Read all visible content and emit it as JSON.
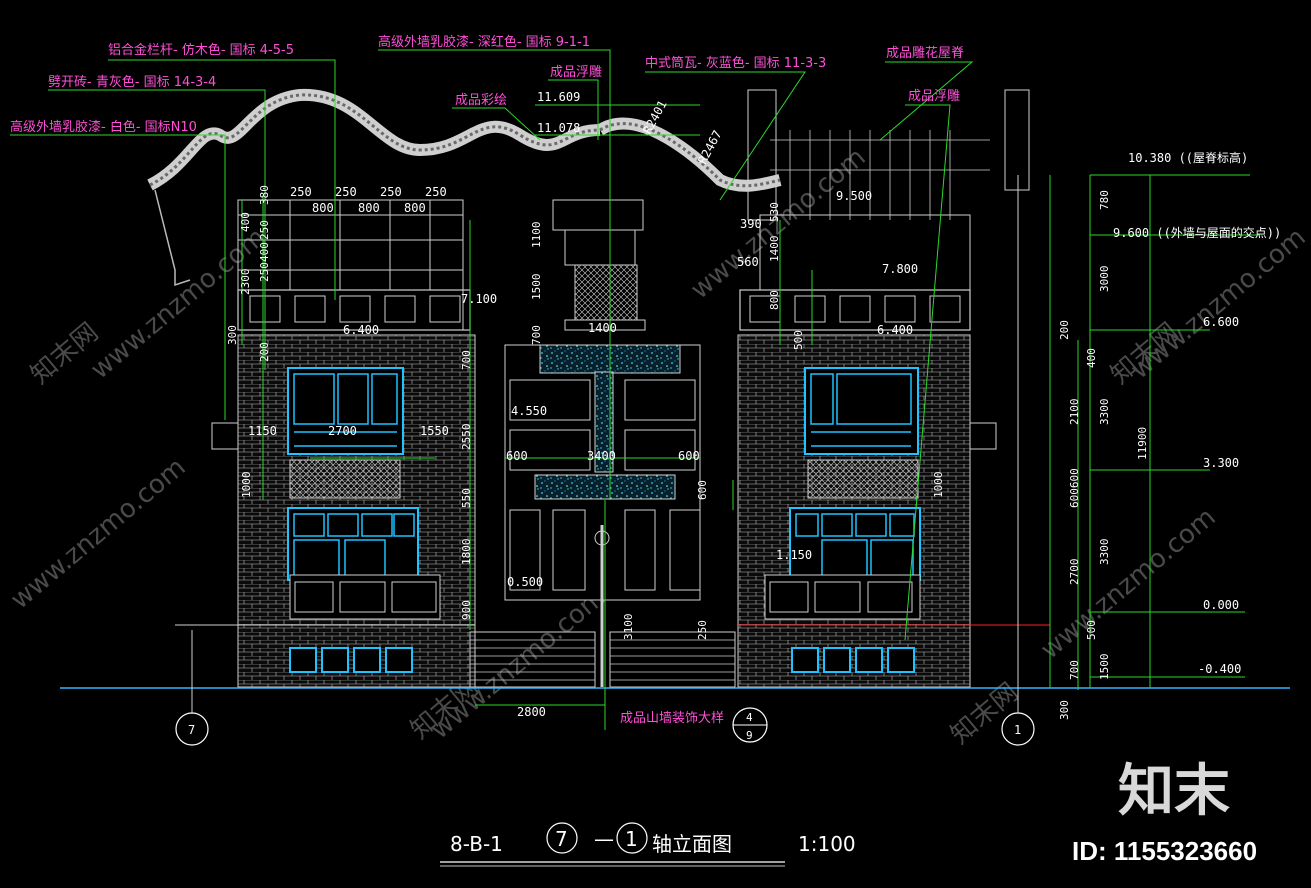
{
  "annotations": {
    "railing": "铝合金栏杆- 仿木色- 国标 4-5-5",
    "brick": "劈开砖- 青灰色- 国标 14-3-4",
    "wall_white": "高级外墙乳胶漆- 白色- 国标N10",
    "wall_red": "高级外墙乳胶漆- 深红色- 国标 9-1-1",
    "relief_1": "成品浮雕",
    "painting": "成品彩绘",
    "tile": "中式筒瓦- 灰蓝色- 国标 11-3-3",
    "ridge": "成品雕花屋脊",
    "relief_2": "成品浮雕",
    "gable": "成品山墙装饰大样"
  },
  "levels": {
    "l11609": "11.609",
    "l11078": "11.078",
    "r2401": "R2401",
    "r2467": "R2467",
    "l9500": "9.500",
    "l7800": "7.800",
    "l7100": "7.100",
    "l6400_left": "6.400",
    "l6400_right": "6.400",
    "l4550": "4.550",
    "l1150": "1.150",
    "l0500": "0.500",
    "right_10380": "10.380 ((屋脊标高)",
    "right_9600": "9.600 ((外墙与屋面的交点))",
    "right_6600": "6.600",
    "right_3300": "3.300",
    "right_0000": "0.000",
    "right_m0400": "-0.400"
  },
  "dims": {
    "top_250_1": "250",
    "top_250_2": "250",
    "top_250_3": "250",
    "top_250_4": "250",
    "top_800_1": "800",
    "top_800_2": "800",
    "top_800_3": "800",
    "w1150": "1150",
    "w2700": "2700",
    "w1550": "1550",
    "w1400": "1400",
    "w3400": "3400",
    "w600a": "600",
    "w600b": "600",
    "w390": "390",
    "w560": "560",
    "bottom_2800": "2800",
    "v380": "380",
    "v400a": "400",
    "v250a": "250",
    "v400b": "400",
    "v250b": "250",
    "v2300": "2300",
    "v300": "300",
    "v200": "200",
    "v1000l": "1000",
    "v1100": "1100",
    "v1500": "1500",
    "v700m": "700",
    "v700c": "700",
    "v2550": "2550",
    "v550": "550",
    "v1800": "1800",
    "v900": "900",
    "v3100": "3100",
    "v250c": "250",
    "v600c": "600",
    "v530": "530",
    "v1400r": "1400",
    "v800r": "800",
    "v500r": "500",
    "v1000r": "1000",
    "r780": "780",
    "r3000": "3000",
    "r200": "200",
    "r400": "400",
    "r2100": "2100",
    "r3300a": "3300",
    "r600600": "600600",
    "r2700": "2700",
    "r3300b": "3300",
    "r500": "500",
    "r700": "700",
    "r1500": "1500",
    "r11900": "11900",
    "r300": "300"
  },
  "axes": {
    "left": "7",
    "right": "1",
    "detail_top": "4",
    "detail_bottom": "9"
  },
  "title": {
    "code": "8-B-1",
    "axis_from": "7",
    "dash": "—",
    "axis_to": "1",
    "name": "轴立面图",
    "scale": "1:100"
  },
  "watermark": {
    "site": "www.znzmo.com",
    "brand_cn": "知末网",
    "logo": "知末",
    "id": "ID: 1155323660"
  },
  "colors": {
    "annotation": "#ff4fd8",
    "leader": "#2bd92b",
    "dim_line": "#2bd92b",
    "brick": "#c8c8c8",
    "window": "#1ec3ff",
    "ground": "#2fb4ff",
    "axis_circle": "#ffffff",
    "red_line": "#ff2020"
  }
}
